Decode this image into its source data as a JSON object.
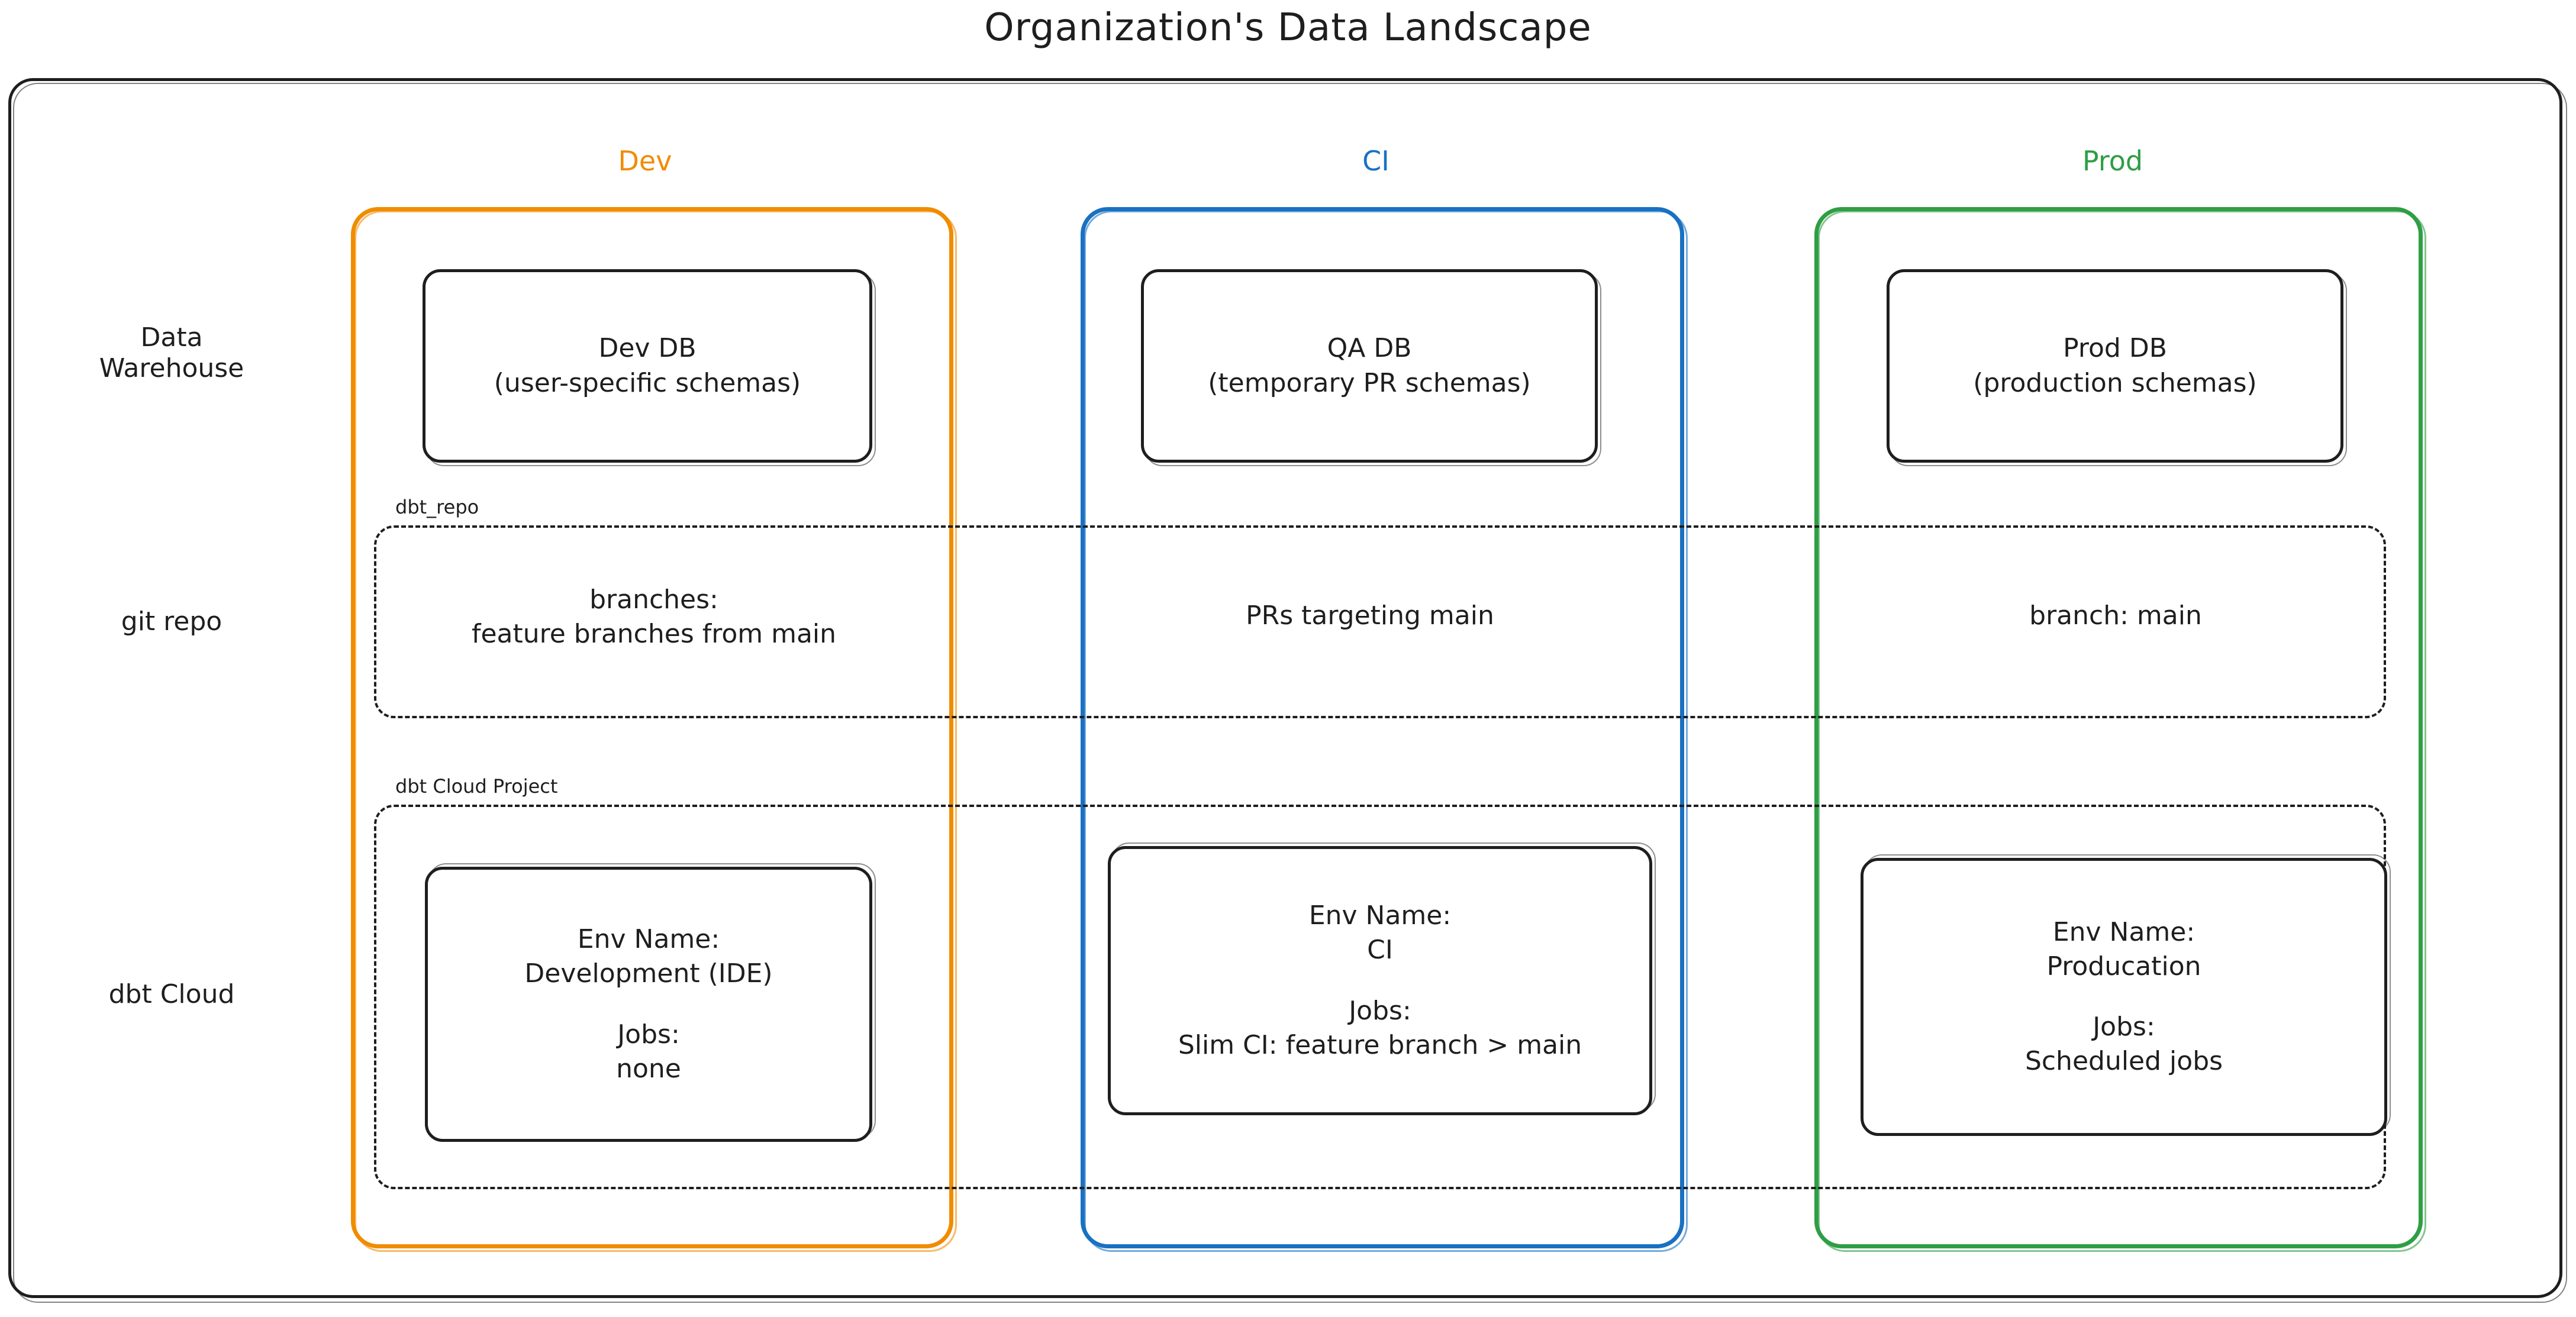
{
  "title": "Organization's Data Landscape",
  "colors": {
    "dev": "#f08c00",
    "ci": "#1971c2",
    "prod": "#2f9e44",
    "stroke": "#1e1e1e",
    "background": "#ffffff"
  },
  "columns": [
    {
      "key": "dev",
      "label": "Dev"
    },
    {
      "key": "ci",
      "label": "CI"
    },
    {
      "key": "prod",
      "label": "Prod"
    }
  ],
  "rows": [
    {
      "key": "warehouse",
      "label_line1": "Data",
      "label_line2": "Warehouse"
    },
    {
      "key": "git",
      "label_line1": "git repo",
      "label_line2": ""
    },
    {
      "key": "dbt_cloud",
      "label_line1": "dbt Cloud",
      "label_line2": ""
    }
  ],
  "bands": {
    "git": {
      "label": "dbt_repo"
    },
    "cloud": {
      "label": "dbt Cloud Project"
    }
  },
  "cells": {
    "warehouse": {
      "dev": {
        "line1": "Dev DB",
        "line2": "(user-specific schemas)"
      },
      "ci": {
        "line1": "QA DB",
        "line2": "(temporary PR schemas)"
      },
      "prod": {
        "line1": "Prod DB",
        "line2": "(production schemas)"
      }
    },
    "git": {
      "dev": {
        "line1": "branches:",
        "line2": "feature branches from main"
      },
      "ci": {
        "line1": "PRs targeting main",
        "line2": ""
      },
      "prod": {
        "line1": "branch: main",
        "line2": ""
      }
    },
    "dbt_cloud": {
      "dev": {
        "env_label": "Env Name:",
        "env_value": "Development (IDE)",
        "jobs_label": "Jobs:",
        "jobs_value": "none"
      },
      "ci": {
        "env_label": "Env Name:",
        "env_value": "CI",
        "jobs_label": "Jobs:",
        "jobs_value": "Slim CI: feature branch > main"
      },
      "prod": {
        "env_label": "Env Name:",
        "env_value": "Producation",
        "jobs_label": "Jobs:",
        "jobs_value": "Scheduled jobs"
      }
    }
  }
}
